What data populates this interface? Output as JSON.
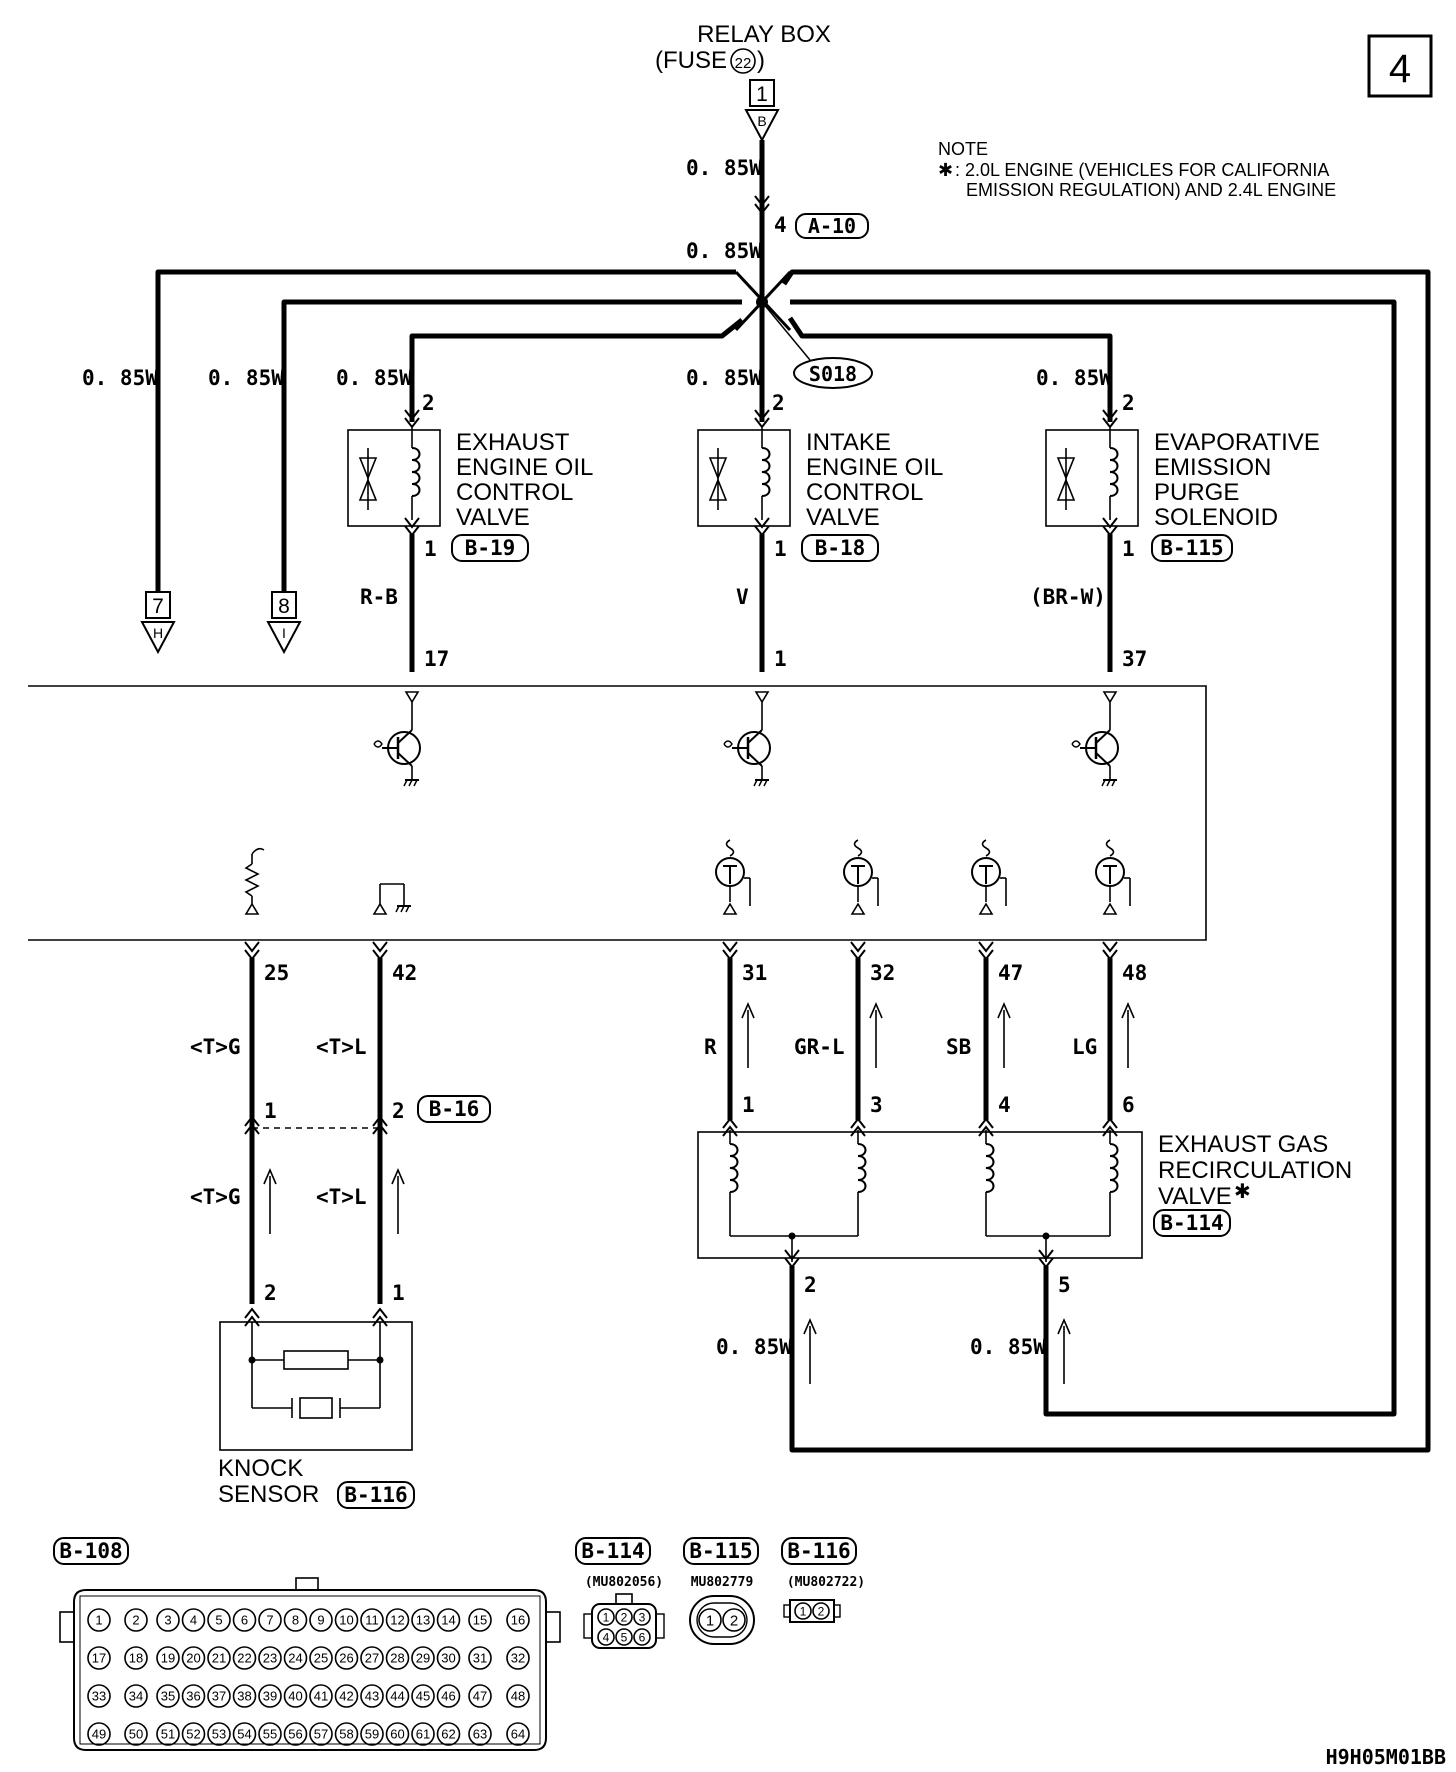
{
  "page_number": "4",
  "source": {
    "line1": "RELAY BOX",
    "line2_prefix": "(FUSE",
    "fuse_number": "22",
    "line2_suffix": ")",
    "terminal": "1",
    "connector_letter": "B"
  },
  "note": {
    "title": "NOTE",
    "star": "✱",
    "line1": ": 2.0L ENGINE (VEHICLES FOR CALIFORNIA",
    "line2": "EMISSION REGULATION) AND 2.4L ENGINE"
  },
  "wires": {
    "w_main": "0. 85W",
    "w_a10": "0. 85W",
    "w_h": "0. 85W",
    "w_i": "0. 85W",
    "w_exh": "0. 85W",
    "w_int": "0. 85W",
    "w_evap": "0. 85W",
    "w_egr2": "0. 85W",
    "w_egr5": "0. 85W"
  },
  "a10": {
    "pin": "4",
    "label": "A-10"
  },
  "splice": "S018",
  "offpage": [
    {
      "number": "7",
      "letter": "H"
    },
    {
      "number": "8",
      "letter": "I"
    }
  ],
  "components": {
    "exhaust_ocv": {
      "lines": [
        "EXHAUST",
        "ENGINE OIL",
        "CONTROL",
        "VALVE"
      ],
      "connector": "B-19",
      "pin_top": "2",
      "pin_bottom": "1",
      "wire": "R-B",
      "ecu_pin": "17"
    },
    "intake_ocv": {
      "lines": [
        "INTAKE",
        "ENGINE OIL",
        "CONTROL",
        "VALVE"
      ],
      "connector": "B-18",
      "pin_top": "2",
      "pin_bottom": "1",
      "wire": "V",
      "ecu_pin": "1"
    },
    "evap_solenoid": {
      "lines": [
        "EVAPORATIVE",
        "EMISSION",
        "PURGE",
        "SOLENOID"
      ],
      "connector": "B-115",
      "pin_top": "2",
      "pin_bottom": "1",
      "wire": "(BR-W)",
      "ecu_pin": "37"
    }
  },
  "knock": {
    "ecu_pin_g": "25",
    "ecu_pin_l": "42",
    "wire_g": "<T>G",
    "wire_l": "<T>L",
    "joint_pin_g": "1",
    "joint_pin_l": "2",
    "joint_connector": "B-16",
    "wire_g2": "<T>G",
    "wire_l2": "<T>L",
    "sensor_pin_g": "2",
    "sensor_pin_l": "1",
    "label1": "KNOCK",
    "label2": "SENSOR",
    "connector": "B-116"
  },
  "egr": {
    "ecu_pins": [
      "31",
      "32",
      "47",
      "48"
    ],
    "wires": [
      "R",
      "GR-L",
      "SB",
      "LG"
    ],
    "valve_pins": [
      "1",
      "3",
      "4",
      "6"
    ],
    "common_pins": [
      "2",
      "5"
    ],
    "lines": [
      "EXHAUST GAS",
      "RECIRCULATION",
      "VALVE"
    ],
    "star": "✱",
    "connector": "B-114"
  },
  "connectors": {
    "b108": {
      "label": "B-108",
      "rows": [
        [
          "1",
          "2",
          "3",
          "4",
          "5",
          "6",
          "7",
          "8",
          "9",
          "10",
          "11",
          "12",
          "13",
          "14",
          "15",
          "16"
        ],
        [
          "17",
          "18",
          "19",
          "20",
          "21",
          "22",
          "23",
          "24",
          "25",
          "26",
          "27",
          "28",
          "29",
          "30",
          "31",
          "32"
        ],
        [
          "33",
          "34",
          "35",
          "36",
          "37",
          "38",
          "39",
          "40",
          "41",
          "42",
          "43",
          "44",
          "45",
          "46",
          "47",
          "48"
        ],
        [
          "49",
          "50",
          "51",
          "52",
          "53",
          "54",
          "55",
          "56",
          "57",
          "58",
          "59",
          "60",
          "61",
          "62",
          "63",
          "64"
        ]
      ]
    },
    "b114": {
      "label": "B-114",
      "part": "(MU802056)",
      "pins": [
        "1",
        "2",
        "3",
        "4",
        "5",
        "6"
      ]
    },
    "b115": {
      "label": "B-115",
      "part": "MU802779",
      "pins": [
        "1",
        "2"
      ]
    },
    "b116": {
      "label": "B-116",
      "part": "(MU802722)",
      "pins": [
        "1",
        "2"
      ]
    }
  },
  "figure_code": "H9H05M01BB"
}
